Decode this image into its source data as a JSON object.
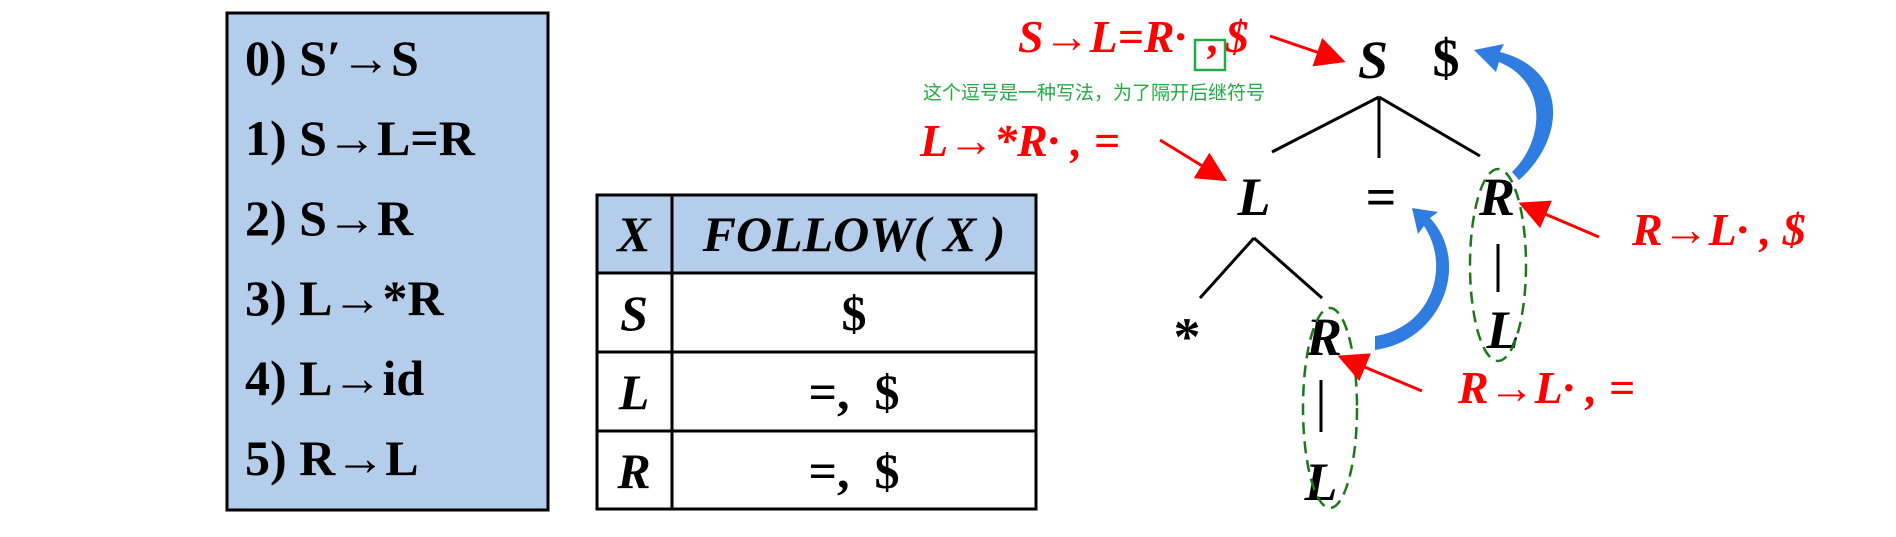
{
  "grammar": {
    "productions": [
      "0) S′→S",
      "1) S→L=R",
      "2) S→R",
      "3) L→*R",
      "4) L→id",
      "5) R→L"
    ],
    "background": "#b4cdea"
  },
  "follow_table": {
    "headers": [
      "X",
      "FOLLOW( X )"
    ],
    "rows": [
      {
        "symbol": "S",
        "follow": "$"
      },
      {
        "symbol": "L",
        "follow": "=,  $"
      },
      {
        "symbol": "R",
        "follow": "=,  $"
      }
    ]
  },
  "tree": {
    "root": "S",
    "root_lookahead": "$",
    "level1": [
      "L",
      "=",
      "R"
    ],
    "level2": [
      "*",
      "R"
    ],
    "right_child": "L",
    "left_child": "L"
  },
  "annotations": {
    "s_item": "S→L=R·",
    "s_item_comma": ",",
    "s_item_lookahead": "$",
    "note": "这个逗号是一种写法，为了隔开后继符号",
    "l_item": "L→*R· , =",
    "r_item_right": "R→L· , $",
    "r_item_left": "R→L· , ="
  },
  "colors": {
    "annotation": "#ff0000",
    "note": "#22aa44",
    "arrow_blue": "#2f7de0",
    "ellipse": "#1a7a1a"
  }
}
